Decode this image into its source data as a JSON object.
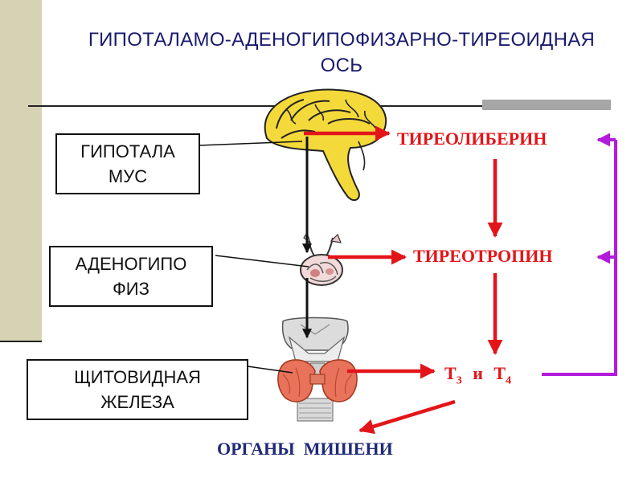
{
  "title": {
    "line1": "ГИПОТАЛАМО-АДЕНОГИПОФИЗАРНО-ТИРЕОИДНАЯ",
    "line2": "ОСЬ"
  },
  "boxes": {
    "hypothalamus": {
      "line1": "ГИПОТАЛА",
      "line2": "МУС"
    },
    "adenohypophysis": {
      "line1": "АДЕНОГИПО",
      "line2": "ФИЗ"
    },
    "thyroid": {
      "line1": "ЩИТОВИДНАЯ",
      "line2": "ЖЕЛЕЗА"
    }
  },
  "hormones": {
    "thyroliberin": "ТИРЕОЛИБЕРИН",
    "thyrotropin": "ТИРЕОТРОПИН",
    "t3_letter": "Т",
    "t3_sub": "3",
    "conj": "и",
    "t4_letter": "Т",
    "t4_sub": "4"
  },
  "target": "ОРГАНЫ  МИШЕНИ",
  "colors": {
    "hormone_red": "#e3151a",
    "feedback_purple": "#b21bd9",
    "title_blue": "#1a1a6e",
    "target_blue": "#1f2a78",
    "left_bar": "#d6d3b4"
  },
  "icons": [
    "brain-icon",
    "pituitary-icon",
    "thyroid-icon"
  ]
}
